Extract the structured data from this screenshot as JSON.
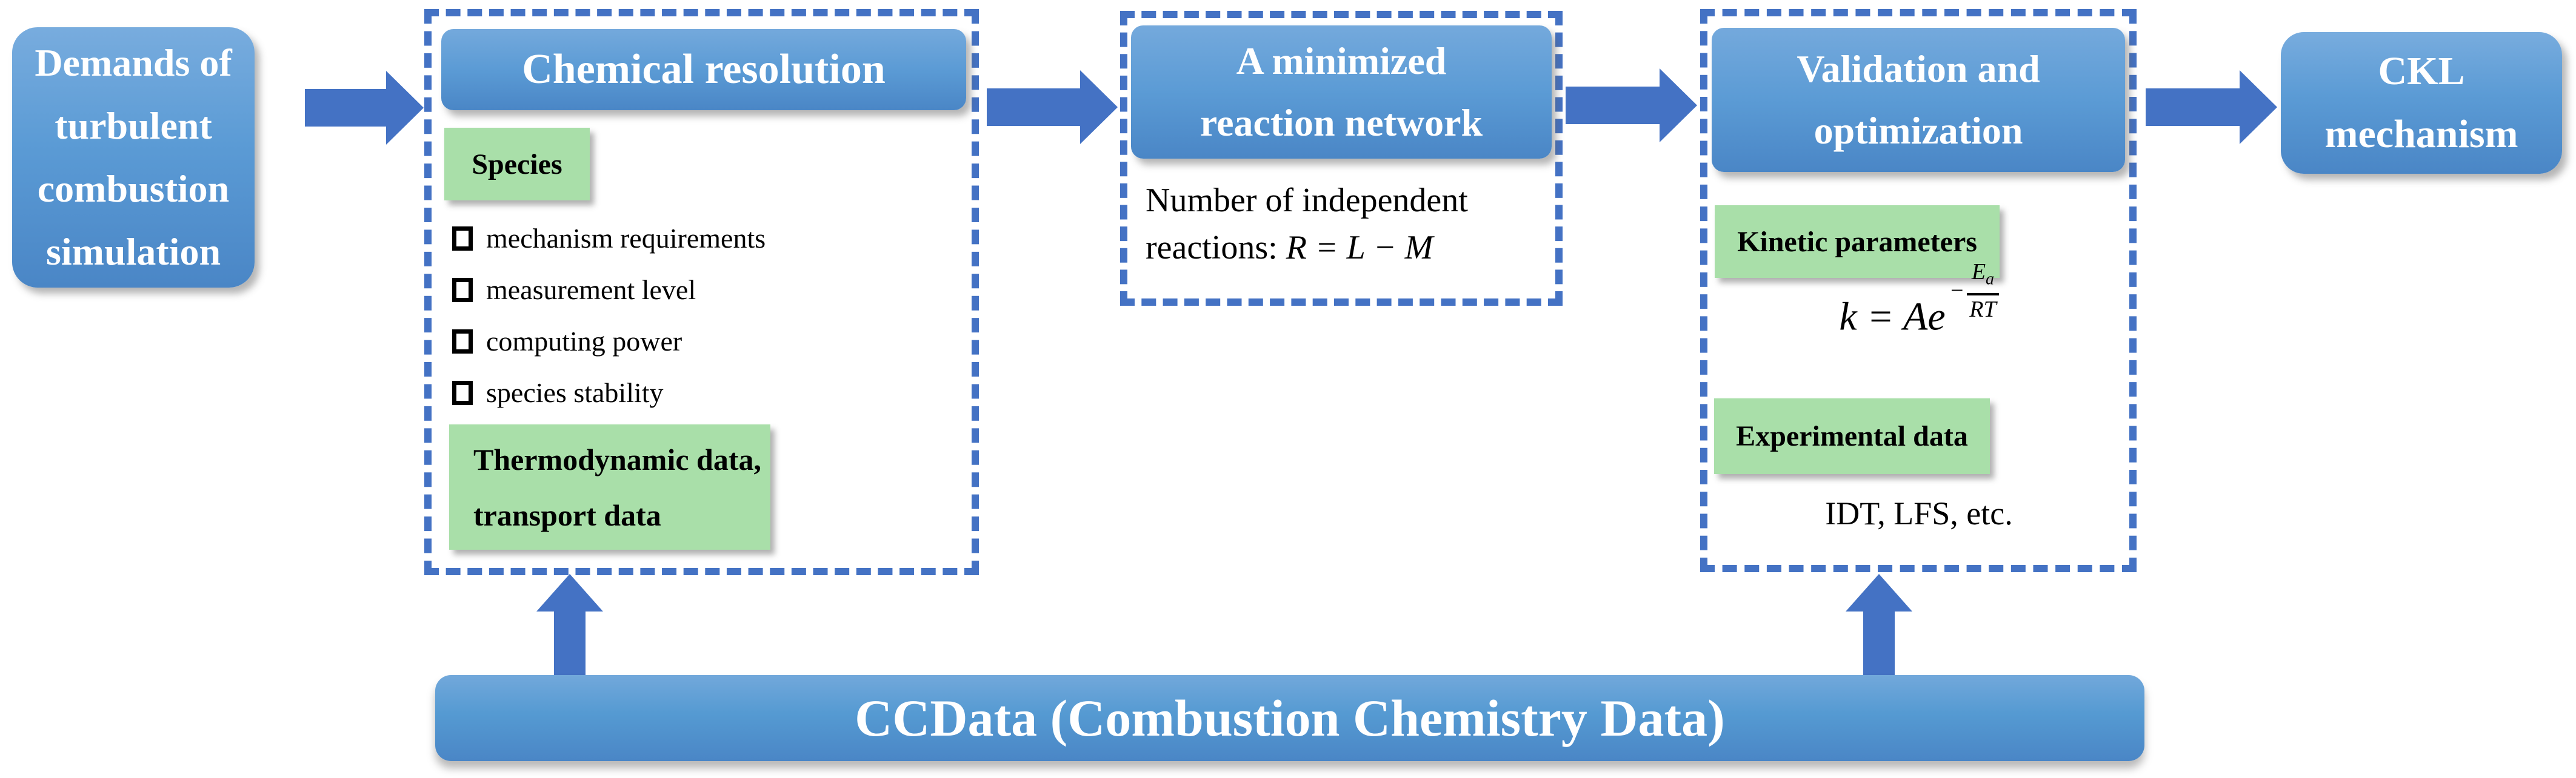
{
  "palette": {
    "arrow_blue": "#4472c4",
    "box_blue": "#5b9bd5",
    "green": "#a9dfa9",
    "text_on_blue": "#ffffff",
    "text_black": "#000000"
  },
  "boxes": {
    "demands": {
      "lines": [
        "Demands of",
        "turbulent",
        "combustion",
        "simulation"
      ]
    },
    "chemical": {
      "title": "Chemical resolution",
      "species_label": "Species",
      "checklist": [
        "mechanism requirements",
        "measurement level",
        "computing power",
        "species stability"
      ],
      "thermo_lines": [
        "Thermodynamic data,",
        "transport data"
      ]
    },
    "network": {
      "title_lines": [
        "A minimized",
        "reaction network"
      ],
      "note_line1": "Number of independent",
      "note_prefix": "reactions: ",
      "note_math": "R = L − M"
    },
    "validation": {
      "title_lines": [
        "Validation and",
        "optimization"
      ],
      "kinetic_label": "Kinetic parameters",
      "equation": {
        "lhs": "k = Ae",
        "minus": "−",
        "num_main": "E",
        "num_sub": "a",
        "den": "RT"
      },
      "experimental_label": "Experimental data",
      "examples": "IDT, LFS, etc."
    },
    "ckl": {
      "lines": [
        "CKL",
        "mechanism"
      ]
    },
    "ccdata": {
      "label": "CCData (Combustion Chemistry Data)"
    }
  }
}
